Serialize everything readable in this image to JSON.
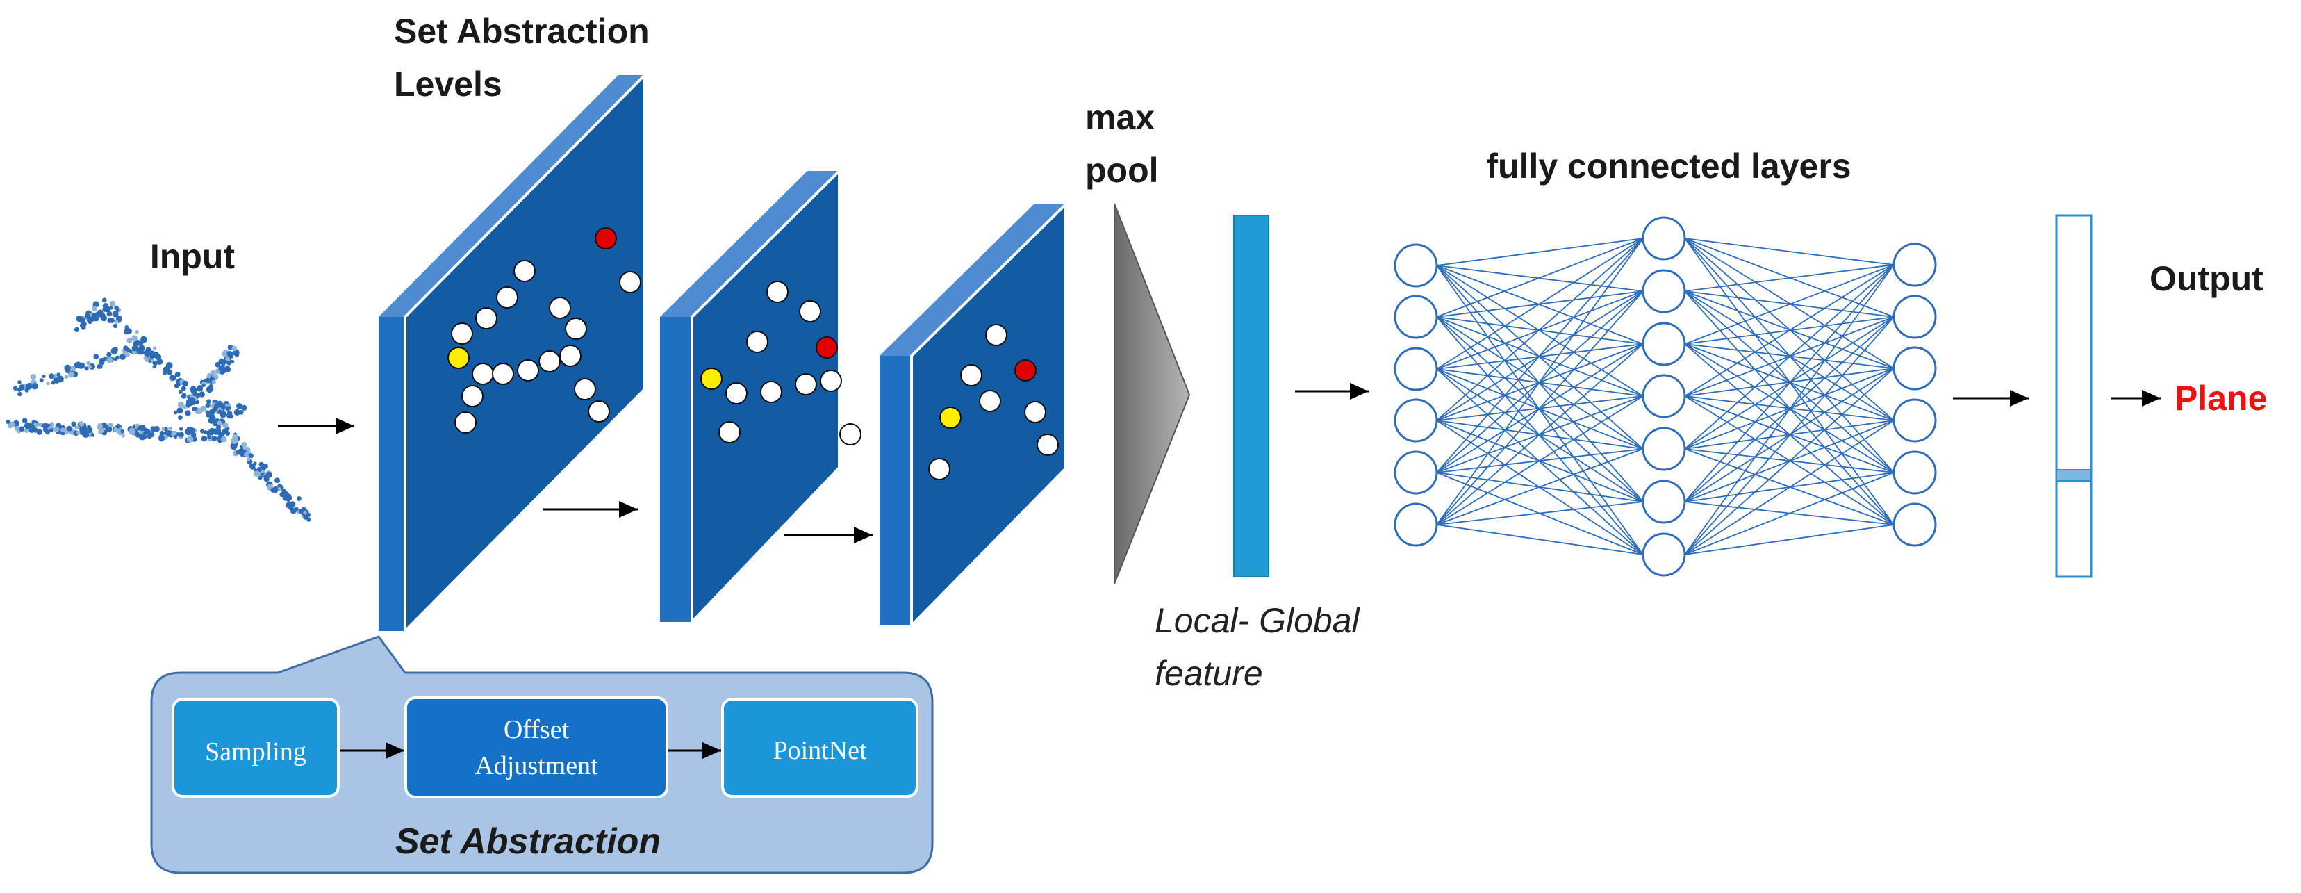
{
  "labels": {
    "set_abstraction_levels_line1": "Set Abstraction",
    "set_abstraction_levels_line2": "Levels",
    "input": "Input",
    "max_pool_line1": "max",
    "max_pool_line2": "pool",
    "fully_connected": "fully connected layers",
    "output": "Output",
    "prediction": "Plane",
    "local_global_line1": "Local- Global",
    "local_global_line2": "feature",
    "set_abstraction": "Set Abstraction"
  },
  "steps": [
    {
      "line1": "Sampling",
      "line2": ""
    },
    {
      "line1": "Offset",
      "line2": "Adjustment"
    },
    {
      "line1": "PointNet",
      "line2": ""
    }
  ],
  "network": {
    "layer_sizes": [
      6,
      7,
      6
    ]
  },
  "colors": {
    "panel_front": "#135ca4",
    "panel_side": "#1f70c1",
    "panel_top": "#4f8bd0",
    "point_white": "#ffffff",
    "point_red": "#e00000",
    "point_yellow": "#ffee00",
    "pool_gray": "#8c8c8c",
    "feature_bar": "#219bd6",
    "neuron_stroke": "#2f6db8",
    "callout_fill": "#aac4e5",
    "step_box": "#1a96d9",
    "step_box_mid": "#1471c6",
    "prediction_red": "#ee1111"
  }
}
